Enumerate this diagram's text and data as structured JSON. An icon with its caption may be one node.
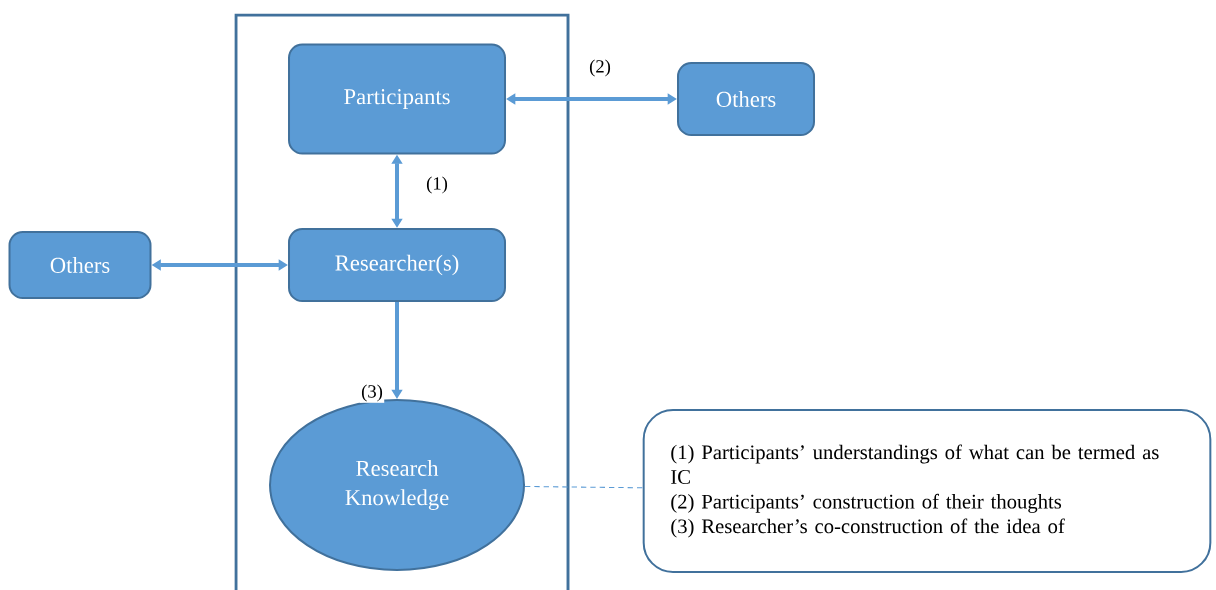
{
  "diagram": {
    "nodes": [
      {
        "text": [
          "Participants"
        ]
      },
      {
        "text": [
          "Others"
        ]
      },
      {
        "text": [
          "Others"
        ]
      },
      {
        "text": [
          "Researcher(s)"
        ]
      },
      {
        "text": [
          "Research Knowledge"
        ]
      },
      {
        "text": [
          "(1) Participants’ understandings of what can be termed as IC",
          "(2) Participants’ construction of their thoughts",
          "(3) Researcher’s co-construction of the idea of"
        ]
      }
    ],
    "edges": [
      {
        "from": 0,
        "to": 1,
        "arrow": "both",
        "label": "(2)"
      },
      {
        "from": 0,
        "to": 3,
        "arrow": "both",
        "label": "(1)"
      },
      {
        "from": 2,
        "to": 3,
        "arrow": "both"
      },
      {
        "from": 3,
        "to": 4,
        "arrow": "to",
        "label": "(3)"
      },
      {
        "from": 4,
        "to": 5,
        "arrow": "none",
        "style": "dashed"
      }
    ]
  }
}
